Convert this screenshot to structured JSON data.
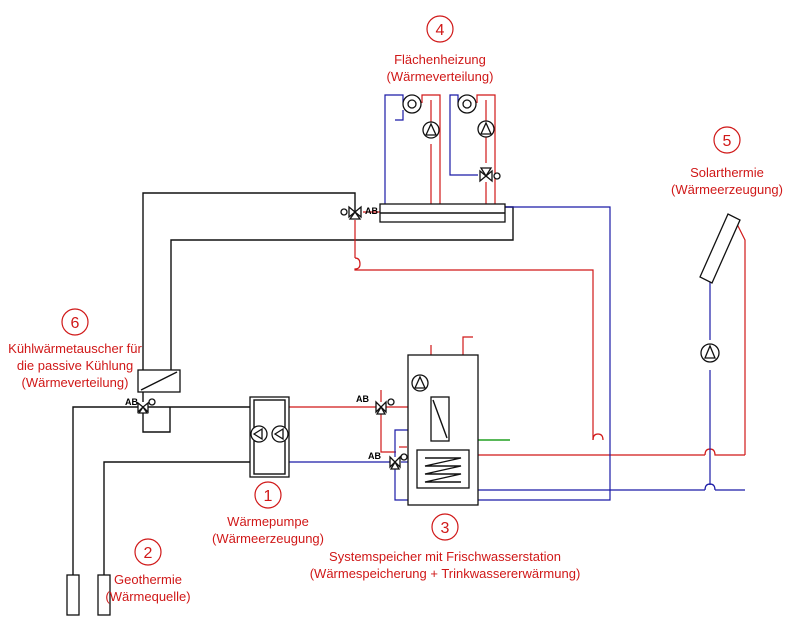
{
  "colors": {
    "supply_line": "#d01818",
    "return_line": "#1a1aa6",
    "geothermal_line": "#111111",
    "potable_water_line": "#22a022",
    "label_text": "#d01818"
  },
  "valve_port_label": "AB",
  "components": [
    {
      "number": "1",
      "name": "Wärmepumpe",
      "role": "(Wärmeerzeugung)"
    },
    {
      "number": "2",
      "name": "Geothermie",
      "role": "(Wärmequelle)"
    },
    {
      "number": "3",
      "name": "Systemspeicher mit Frischwasserstation",
      "role": "(Wärmespeicherung + Trinkwassererwärmung)"
    },
    {
      "number": "4",
      "name": "Flächenheizung",
      "role": "(Wärmeverteilung)"
    },
    {
      "number": "5",
      "name": "Solarthermie",
      "role": "(Wärmeerzeugung)"
    },
    {
      "number": "6",
      "name": "Kühlwärmetauscher  für",
      "name_line2": "die passive Kühlung",
      "role": "(Wärmeverteilung)"
    }
  ]
}
